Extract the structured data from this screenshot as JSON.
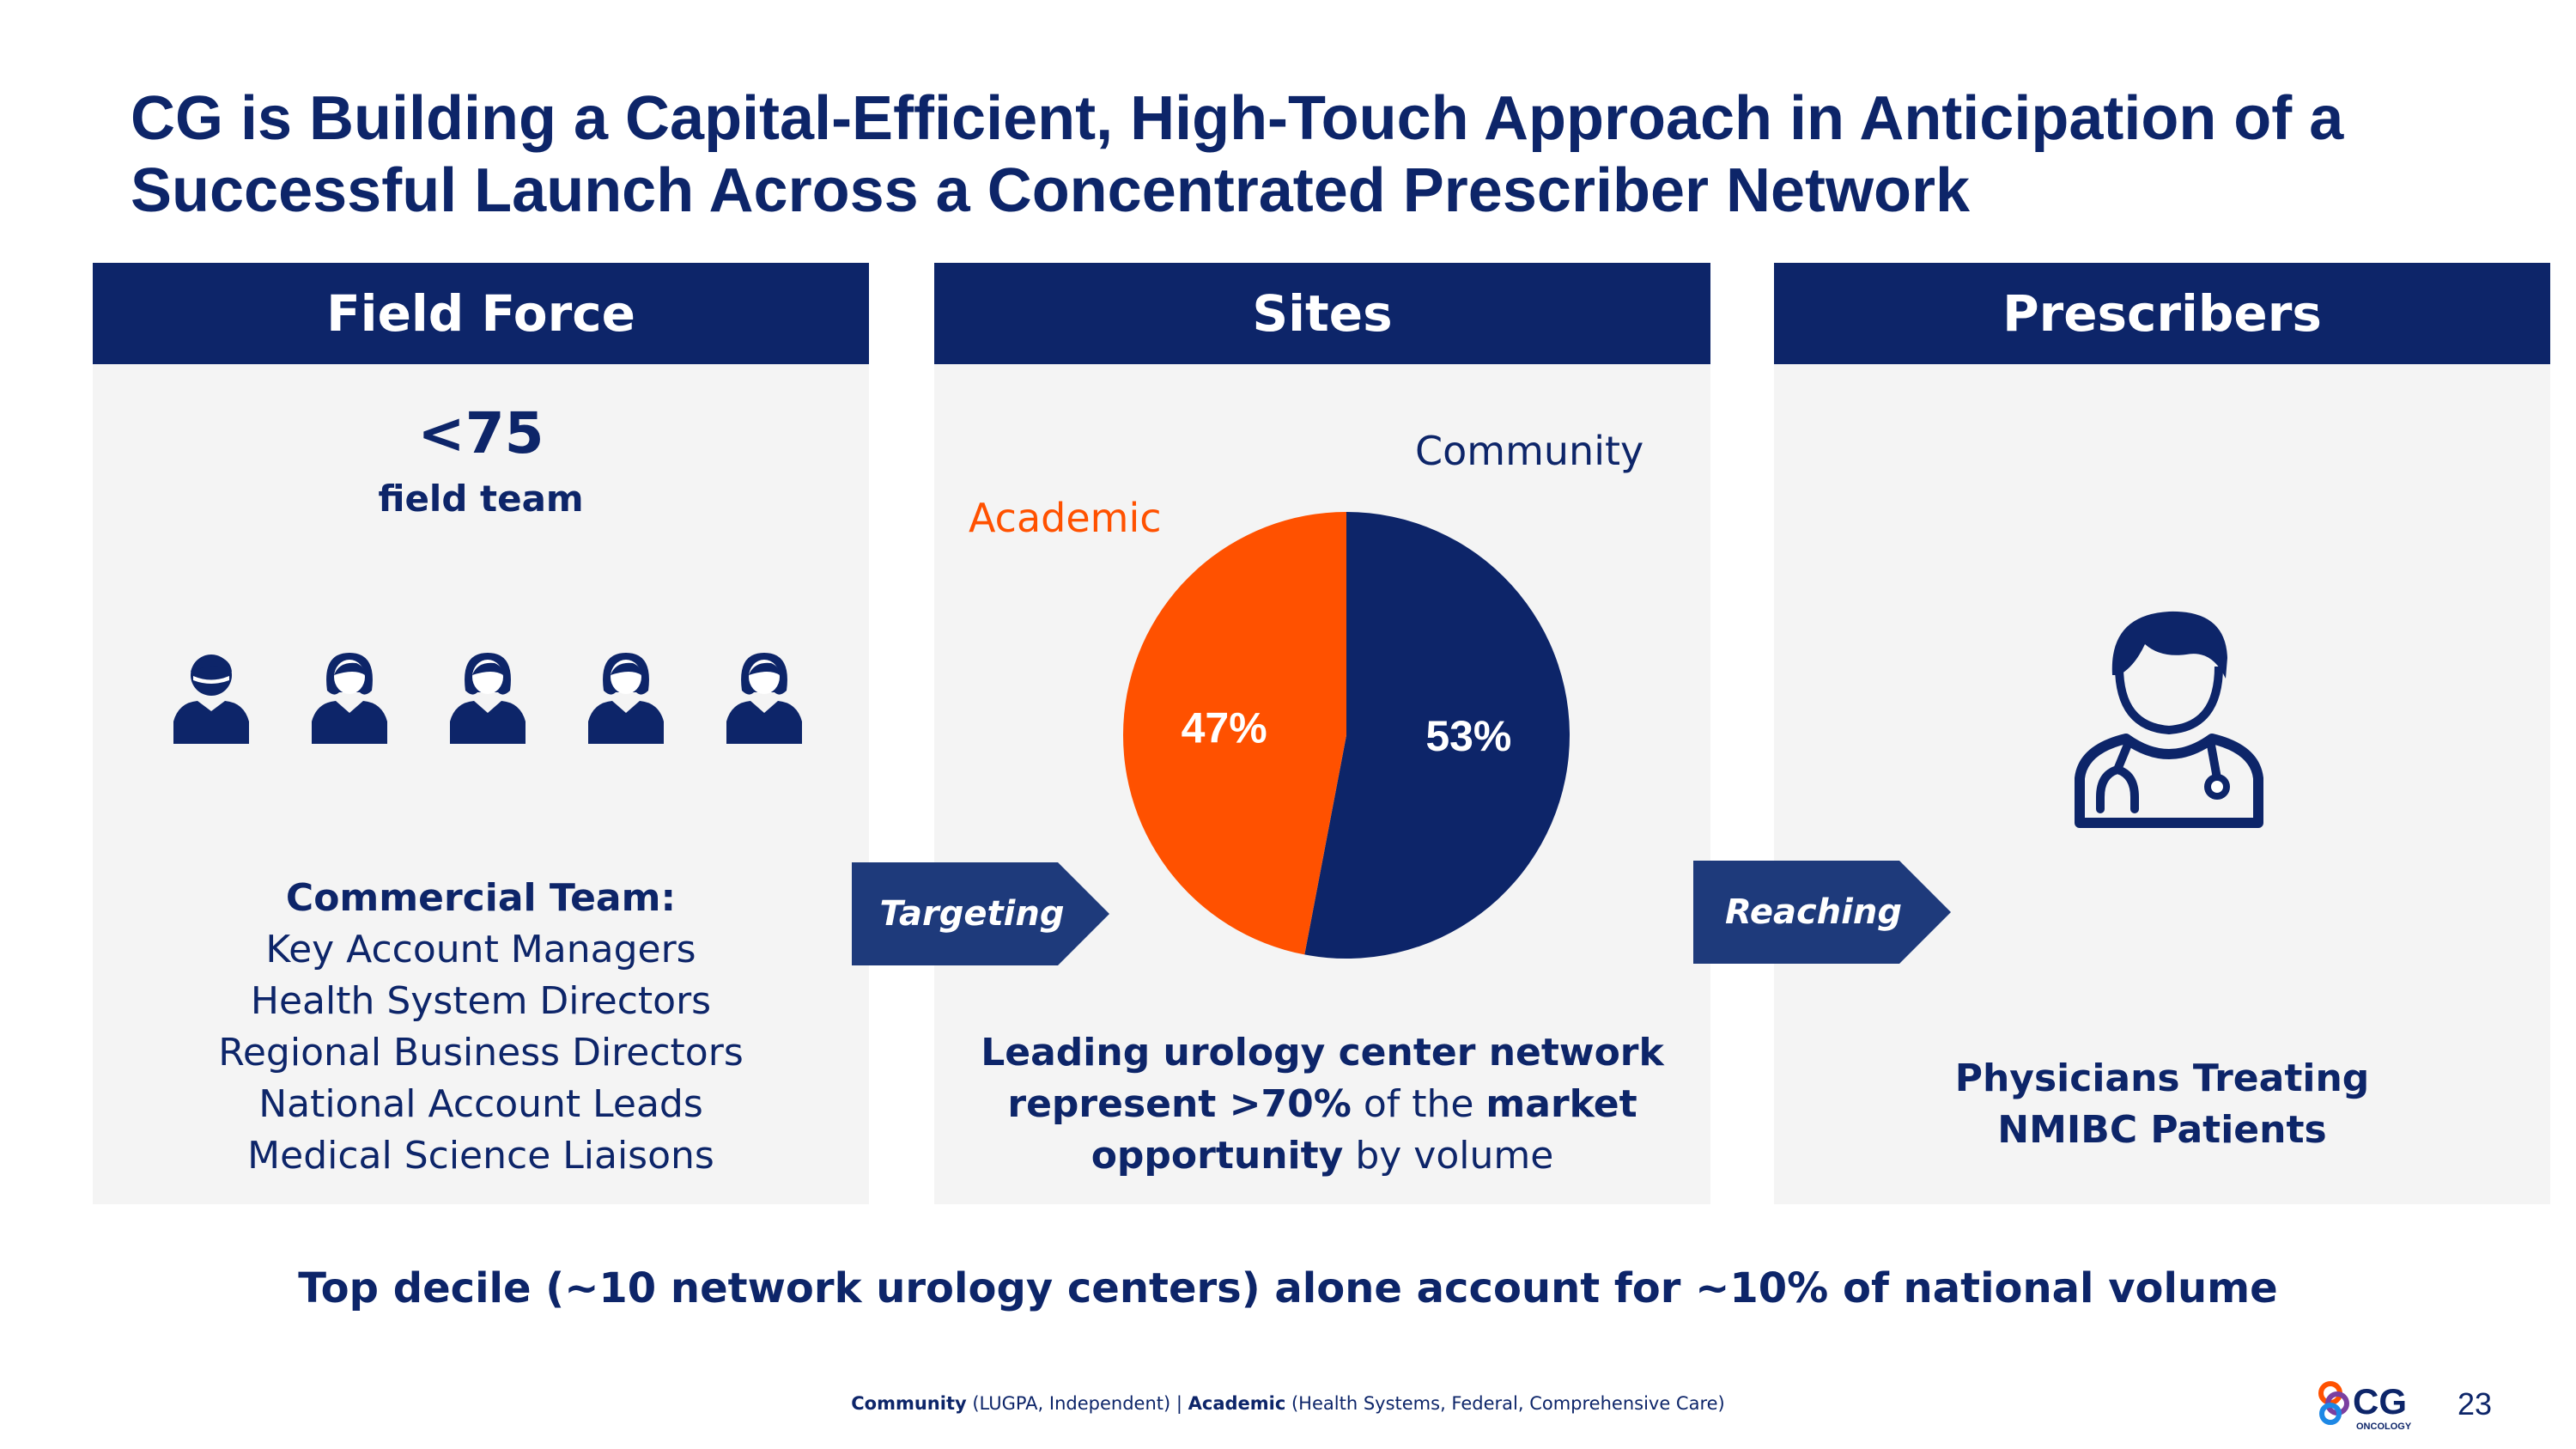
{
  "slide": {
    "title_line1": "CG is Building a Capital-Efficient, High-Touch Approach in Anticipation of a",
    "title_line2": "Successful Launch Across a Concentrated Prescriber Network",
    "page_number": "23",
    "colors": {
      "navy": "#0d2569",
      "orange": "#ff5100",
      "panel_bg": "#f4f4f4"
    }
  },
  "field_force": {
    "header": "Field Force",
    "count": "<75",
    "count_label": "field team",
    "icons": [
      "male-person-icon",
      "female-person-icon",
      "female-person-icon",
      "female-person-icon",
      "female-person-icon"
    ],
    "team_heading": "Commercial Team:",
    "roles": [
      "Key Account Managers",
      "Health System Directors",
      "Regional Business Directors",
      "National Account Leads",
      "Medical Science Liaisons"
    ]
  },
  "sites": {
    "header": "Sites",
    "text": {
      "part1": "Leading urology center network",
      "part2": "represent >70%",
      "part3": " of the ",
      "part4": "market",
      "part5": "opportunity",
      "part6": " by volume"
    }
  },
  "prescribers": {
    "header": "Prescribers",
    "icon": "doctor-stethoscope-icon",
    "line1": "Physicians Treating",
    "line2": "NMIBC Patients"
  },
  "arrows": {
    "targeting": "Targeting",
    "reaching": "Reaching"
  },
  "chart_data": {
    "type": "pie",
    "slices": [
      {
        "name": "Community",
        "value": 53,
        "label": "53%",
        "color": "#0d2569"
      },
      {
        "name": "Academic",
        "value": 47,
        "label": "47%",
        "color": "#ff5100"
      }
    ]
  },
  "bottom_note": "Top decile (~10 network urology centers) alone account for ~10% of national volume",
  "footer": {
    "community_label": "Community",
    "community_detail": " (LUGPA, Independent) | ",
    "academic_label": "Academic",
    "academic_detail": " (Health Systems, Federal, Comprehensive Care)"
  },
  "logo": {
    "text": "CG",
    "subtext": "ONCOLOGY"
  }
}
